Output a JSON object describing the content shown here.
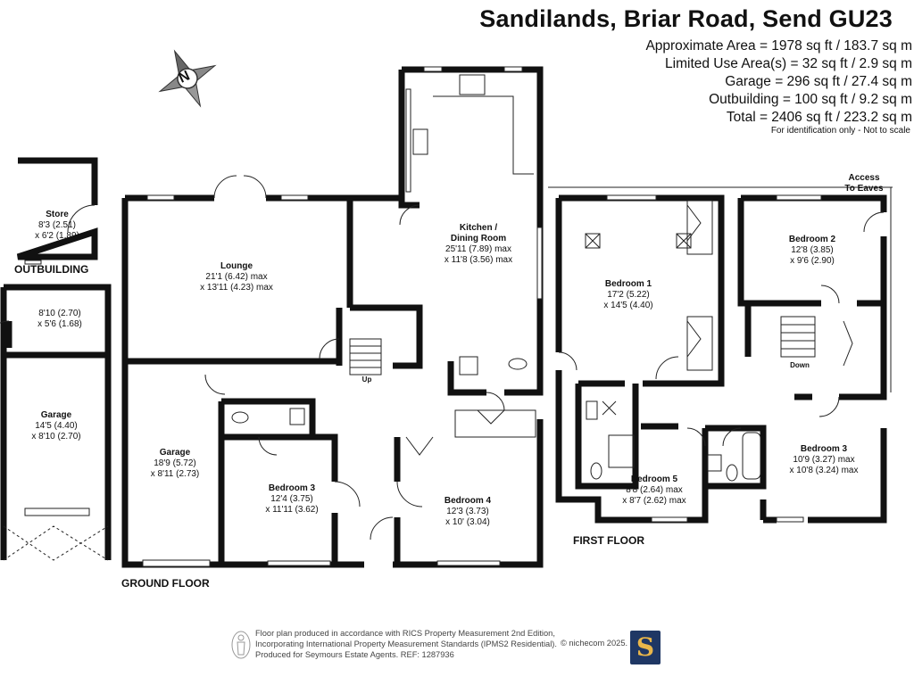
{
  "header": {
    "title": "Sandilands, Briar Road, Send GU23",
    "areas": [
      "Approximate Area = 1978 sq ft / 183.7 sq m",
      "Limited Use Area(s) = 32 sq ft / 2.9 sq m",
      "Garage = 296 sq ft / 27.4 sq m",
      "Outbuilding = 100 sq ft / 9.2 sq m",
      "Total = 2406 sq ft / 223.2 sq m"
    ],
    "note": "For identification only - Not to scale"
  },
  "floors": {
    "outbuilding": "OUTBUILDING",
    "ground": "GROUND FLOOR",
    "first": "FIRST FLOOR"
  },
  "labels": {
    "eaves_1": "Access",
    "eaves_2": "To Eaves",
    "up": "Up",
    "down": "Down"
  },
  "rooms": {
    "store": {
      "name": "Store",
      "d1": "8'3 (2.51)",
      "d2": "x 6'2 (1.89)"
    },
    "outstore": {
      "name": "",
      "d1": "8'10 (2.70)",
      "d2": "x 5'6 (1.68)"
    },
    "garage_out": {
      "name": "Garage",
      "d1": "14'5 (4.40)",
      "d2": "x 8'10 (2.70)"
    },
    "lounge": {
      "name": "Lounge",
      "d1": "21'1 (6.42) max",
      "d2": "x 13'11 (4.23) max"
    },
    "kitchen": {
      "name": "Kitchen /",
      "name2": "Dining Room",
      "d1": "25'11 (7.89) max",
      "d2": "x 11'8 (3.56) max"
    },
    "garage": {
      "name": "Garage",
      "d1": "18'9 (5.72)",
      "d2": "x 8'11 (2.73)"
    },
    "bed3_ground": {
      "name": "Bedroom 3",
      "d1": "12'4 (3.75)",
      "d2": "x 11'11 (3.62)"
    },
    "bed4": {
      "name": "Bedroom 4",
      "d1": "12'3 (3.73)",
      "d2": "x 10' (3.04)"
    },
    "bed1": {
      "name": "Bedroom 1",
      "d1": "17'2 (5.22)",
      "d2": "x 14'5 (4.40)"
    },
    "bed2": {
      "name": "Bedroom 2",
      "d1": "12'8 (3.85)",
      "d2": "x 9'6 (2.90)"
    },
    "bed3_first": {
      "name": "Bedroom 3",
      "d1": "10'9 (3.27) max",
      "d2": "x 10'8 (3.24) max"
    },
    "bed5": {
      "name": "Bedroom 5",
      "d1": "8'8 (2.64) max",
      "d2": "x 8'7 (2.62) max"
    }
  },
  "compass": {
    "letter": "N"
  },
  "footer": {
    "line1": "Floor plan produced in accordance with RICS Property Measurement 2nd Edition,",
    "line2": "Incorporating International Property Measurement Standards (IPMS2 Residential).",
    "line3": "Produced for Seymours Estate Agents.   REF: 1287936",
    "copyright": "© nichecom 2025.",
    "logo_letter": "S"
  },
  "colors": {
    "wall": "#111111",
    "logo_bg": "#1f3764",
    "logo_fg": "#e9b64a"
  }
}
